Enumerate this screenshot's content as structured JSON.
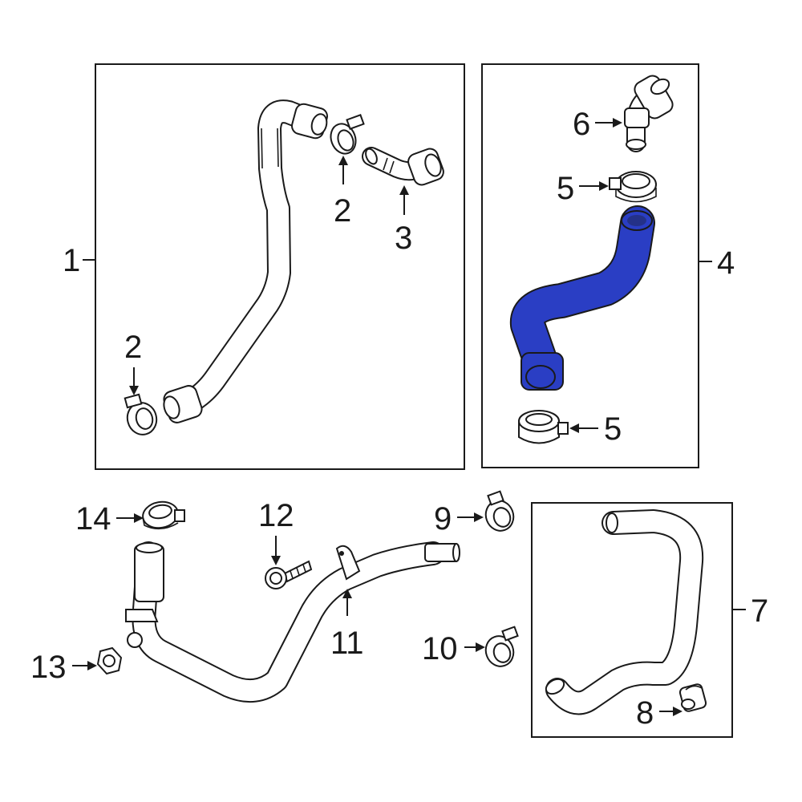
{
  "colors": {
    "line": "#1a1a1a",
    "highlight": "#2a3ec4",
    "background": "#ffffff"
  },
  "callouts": {
    "c1": "1",
    "c2a": "2",
    "c2b": "2",
    "c3": "3",
    "c4": "4",
    "c5a": "5",
    "c5b": "5",
    "c6": "6",
    "c7": "7",
    "c8": "8",
    "c9": "9",
    "c10": "10",
    "c11": "11",
    "c12": "12",
    "c13": "13",
    "c14": "14"
  },
  "highlighted_part": "4"
}
